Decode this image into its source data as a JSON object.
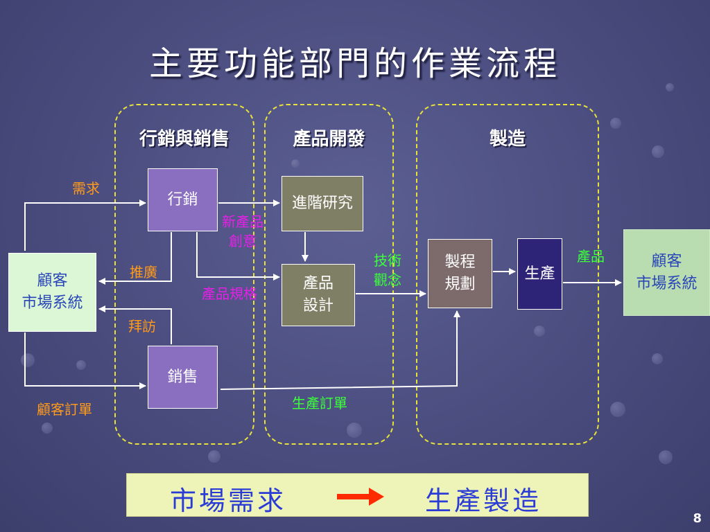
{
  "slide": {
    "title": "主要功能部門的作業流程",
    "page_number": "8"
  },
  "lanes": {
    "marketing_sales": "行銷與銷售",
    "product_development": "產品開發",
    "manufacturing": "製造"
  },
  "boxes": {
    "customer_left": [
      "顧客",
      "市場系統"
    ],
    "marketing": "行銷",
    "sales": "銷售",
    "advanced_research": "進階研究",
    "product_design": [
      "產品",
      "設計"
    ],
    "process_planning": [
      "製程",
      "規劃"
    ],
    "production": "生產",
    "customer_right": [
      "顧客",
      "市場系統"
    ]
  },
  "flow_labels": {
    "demand": "需求",
    "promotion": "推廣",
    "visit": "拜訪",
    "customer_order": "顧客訂單",
    "new_product_idea": [
      "新產品",
      "創意"
    ],
    "product_spec": "產品規格",
    "tech_concept": [
      "技術",
      "觀念"
    ],
    "production_order": "生產訂單",
    "product": "產品"
  },
  "banner": {
    "left": "市場需求",
    "right": "生產製造"
  },
  "colors": {
    "lane_border": "#e8e23a",
    "label_orange": "#ff9a1c",
    "label_magenta": "#e81fe8",
    "label_green": "#3cff3c",
    "banner_text": "#2a3bd6",
    "banner_arrow": "#ff2a00"
  }
}
